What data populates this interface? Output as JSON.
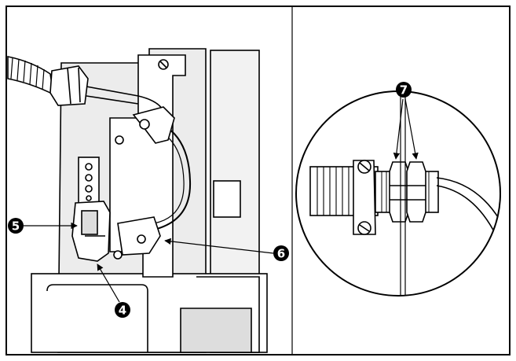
{
  "callouts": [
    {
      "id": "4",
      "label": "4"
    },
    {
      "id": "5",
      "label": "5"
    },
    {
      "id": "6",
      "label": "6"
    },
    {
      "id": "7",
      "label": "7"
    }
  ],
  "colors": {
    "ink": "#000000",
    "paper": "#ffffff",
    "shade": "#d9d9d9"
  }
}
